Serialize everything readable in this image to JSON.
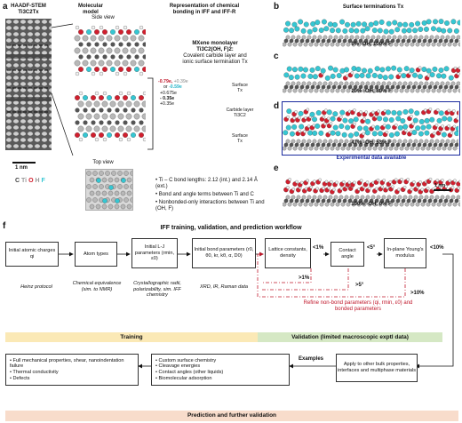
{
  "panel_a": {
    "label": "a",
    "col1_title_1": "HAADF-STEM",
    "col1_title_2": "Ti3C2Tx",
    "col2_title_1": "Molecular",
    "col2_title_2": "model",
    "col3_title_1": "Representation of chemical",
    "col3_title_2": "bonding in IFF and IFF-R",
    "side_view": "Side view",
    "top_view": "Top view",
    "scale": "1 nm",
    "legend": [
      "C",
      "Ti",
      "O",
      "H",
      "F"
    ],
    "monolayer_1": "MXene monolayer",
    "monolayer_2": "Ti3C2(OH, F)2:",
    "monolayer_3": "Covalent carbide layer and",
    "monolayer_4": "ionic surface termination Tx",
    "charge_1a": "-0.79e,",
    "charge_1b": "+0.39e",
    "charge_2a": "or",
    "charge_2b": "-0.59e",
    "charge_3": "+0.675e",
    "charge_4": "- 0.35e",
    "charge_5": "+0.35e",
    "surface_top": "Surface",
    "surface_top_sub": "Tx",
    "carbide_1": "Carbide layer",
    "carbide_2": "Ti3C2",
    "surface_bot": "Surface",
    "surface_bot_sub": "Tx",
    "bullets": [
      "Ti – C bond lengths: 2.12 (int.) and 2.14 Å (ext.)",
      "Bond and angle terms between Ti and C",
      "Nonbonded-only interactions between Ti and (OH, F)"
    ]
  },
  "panels_right": {
    "title": "Surface terminations Tx",
    "b_label": "b",
    "b_caption": "0% -OH, 100% F",
    "c_label": "c",
    "c_caption": "20% -OH, 80% F",
    "d_label": "d",
    "d_caption": "47% -OH, 53% F",
    "d_note": "Experimental data available",
    "e_label": "e",
    "e_caption": "100% -OH, 0% F",
    "e_scale": "1 nm"
  },
  "panel_f": {
    "label": "f",
    "title": "IFF training, validation, and prediction workflow",
    "boxes": {
      "initial_charges": "Initial atomic charges qi",
      "atom_types": "Atom types",
      "lj": "Initial L-J parameters (rmin, ε0)",
      "bond": "Initial bond parameters (r0, θ0, kr, kθ, α, D0)",
      "lattice": "Lattice constants, density",
      "contact": "Contact angle",
      "youngs": "In-plane Young's modulus",
      "apply": "Apply to other bulk properties, interfaces and multiphase materials",
      "examples_right": "• Custom surface chemistry\n• Cleavage energies\n• Contact angles (other liquids)\n• Biomolecular adsorption",
      "examples_left": "• Full mechanical properties, shear, nanoindentation failure\n• Thermal conductivity\n• Defects"
    },
    "thresholds": {
      "t1": "<1%",
      "t2": "<5°",
      "t3": "<10%",
      "r1": ">1%",
      "r2": ">5°",
      "r3": ">10%"
    },
    "refine": "Refine non-bond parameters (qi, rmin, ε0) and bonded parameters",
    "sources": {
      "heinz": "Heinz protocol",
      "chem": "Chemical equivalence (sim. to NMR)",
      "cryst": "Crystallographic radii, polarizability, sim. IFF chemistry",
      "xrd": "XRD, IR, Raman data"
    },
    "training": "Training",
    "validation": "Validation (limited macroscopic exptl data)",
    "examples": "Examples",
    "prediction": "Prediction and further validation"
  },
  "colors": {
    "carbon": "#555555",
    "titanium": "#b8b8b8",
    "oxygen": "#d11f2e",
    "hydrogen": "#f2f2f2",
    "fluorine": "#35c7d3",
    "training_bar": "#fbe9b6",
    "validation_bar": "#d5e8c4",
    "prediction_bar": "#f8dccb",
    "d_frame": "#1a2a9e",
    "refine_red": "#c0182b"
  }
}
